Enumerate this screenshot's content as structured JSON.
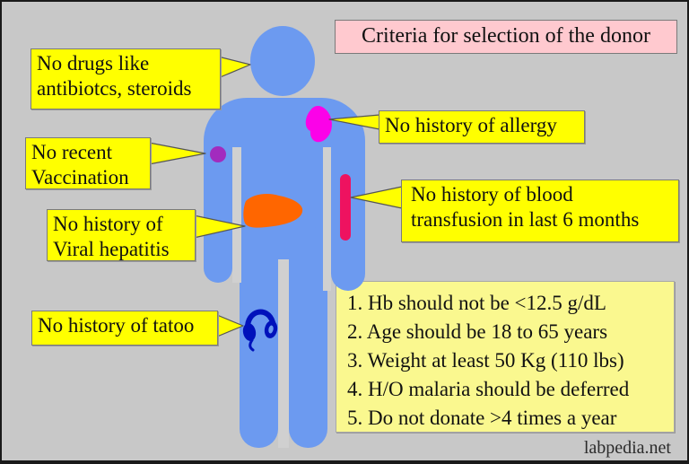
{
  "title": {
    "text": "Criteria for selection of the donor"
  },
  "callouts": {
    "drugs": {
      "text": "No drugs like antibiotcs, steroids"
    },
    "vaccination": {
      "text": "No recent Vaccination"
    },
    "hepatitis": {
      "text": "No history of Viral hepatitis"
    },
    "tatoo": {
      "text": "No history of tatoo"
    },
    "allergy": {
      "text": "No history of allergy"
    },
    "transfusion": {
      "text": "No history of blood transfusion in last 6 months"
    }
  },
  "criteria": {
    "items": [
      "1. Hb should not be <12.5 g/dL",
      "2. Age should be 18 to 65 years",
      "3. Weight at least 50 Kg (110 lbs)",
      "4. H/O malaria should be deferred",
      "5. Do not donate >4 times a year"
    ]
  },
  "watermark": "labpedia.net",
  "figure": {
    "markers": {
      "vaccination_dot": "purple-dot-marker",
      "allergy_blob": "magenta-blob-marker",
      "liver_shape": "orange-liver-marker",
      "transfusion_bar": "crimson-bar-marker",
      "tattoo_symbol": "headphones-icon"
    }
  },
  "colors": {
    "background": "#c8c8c8",
    "gap_strip": "#d0d0d0",
    "body": "#6c9af0",
    "callout_bg": "#ffff00",
    "title_bg": "#ffc9cf",
    "list_bg": "#faf88f",
    "liver": "#ff6600",
    "allergy": "#fb02e8",
    "vaccination": "#a22bbe",
    "transfusion": "#ee1260",
    "tattoo_icon": "#0011bb"
  }
}
